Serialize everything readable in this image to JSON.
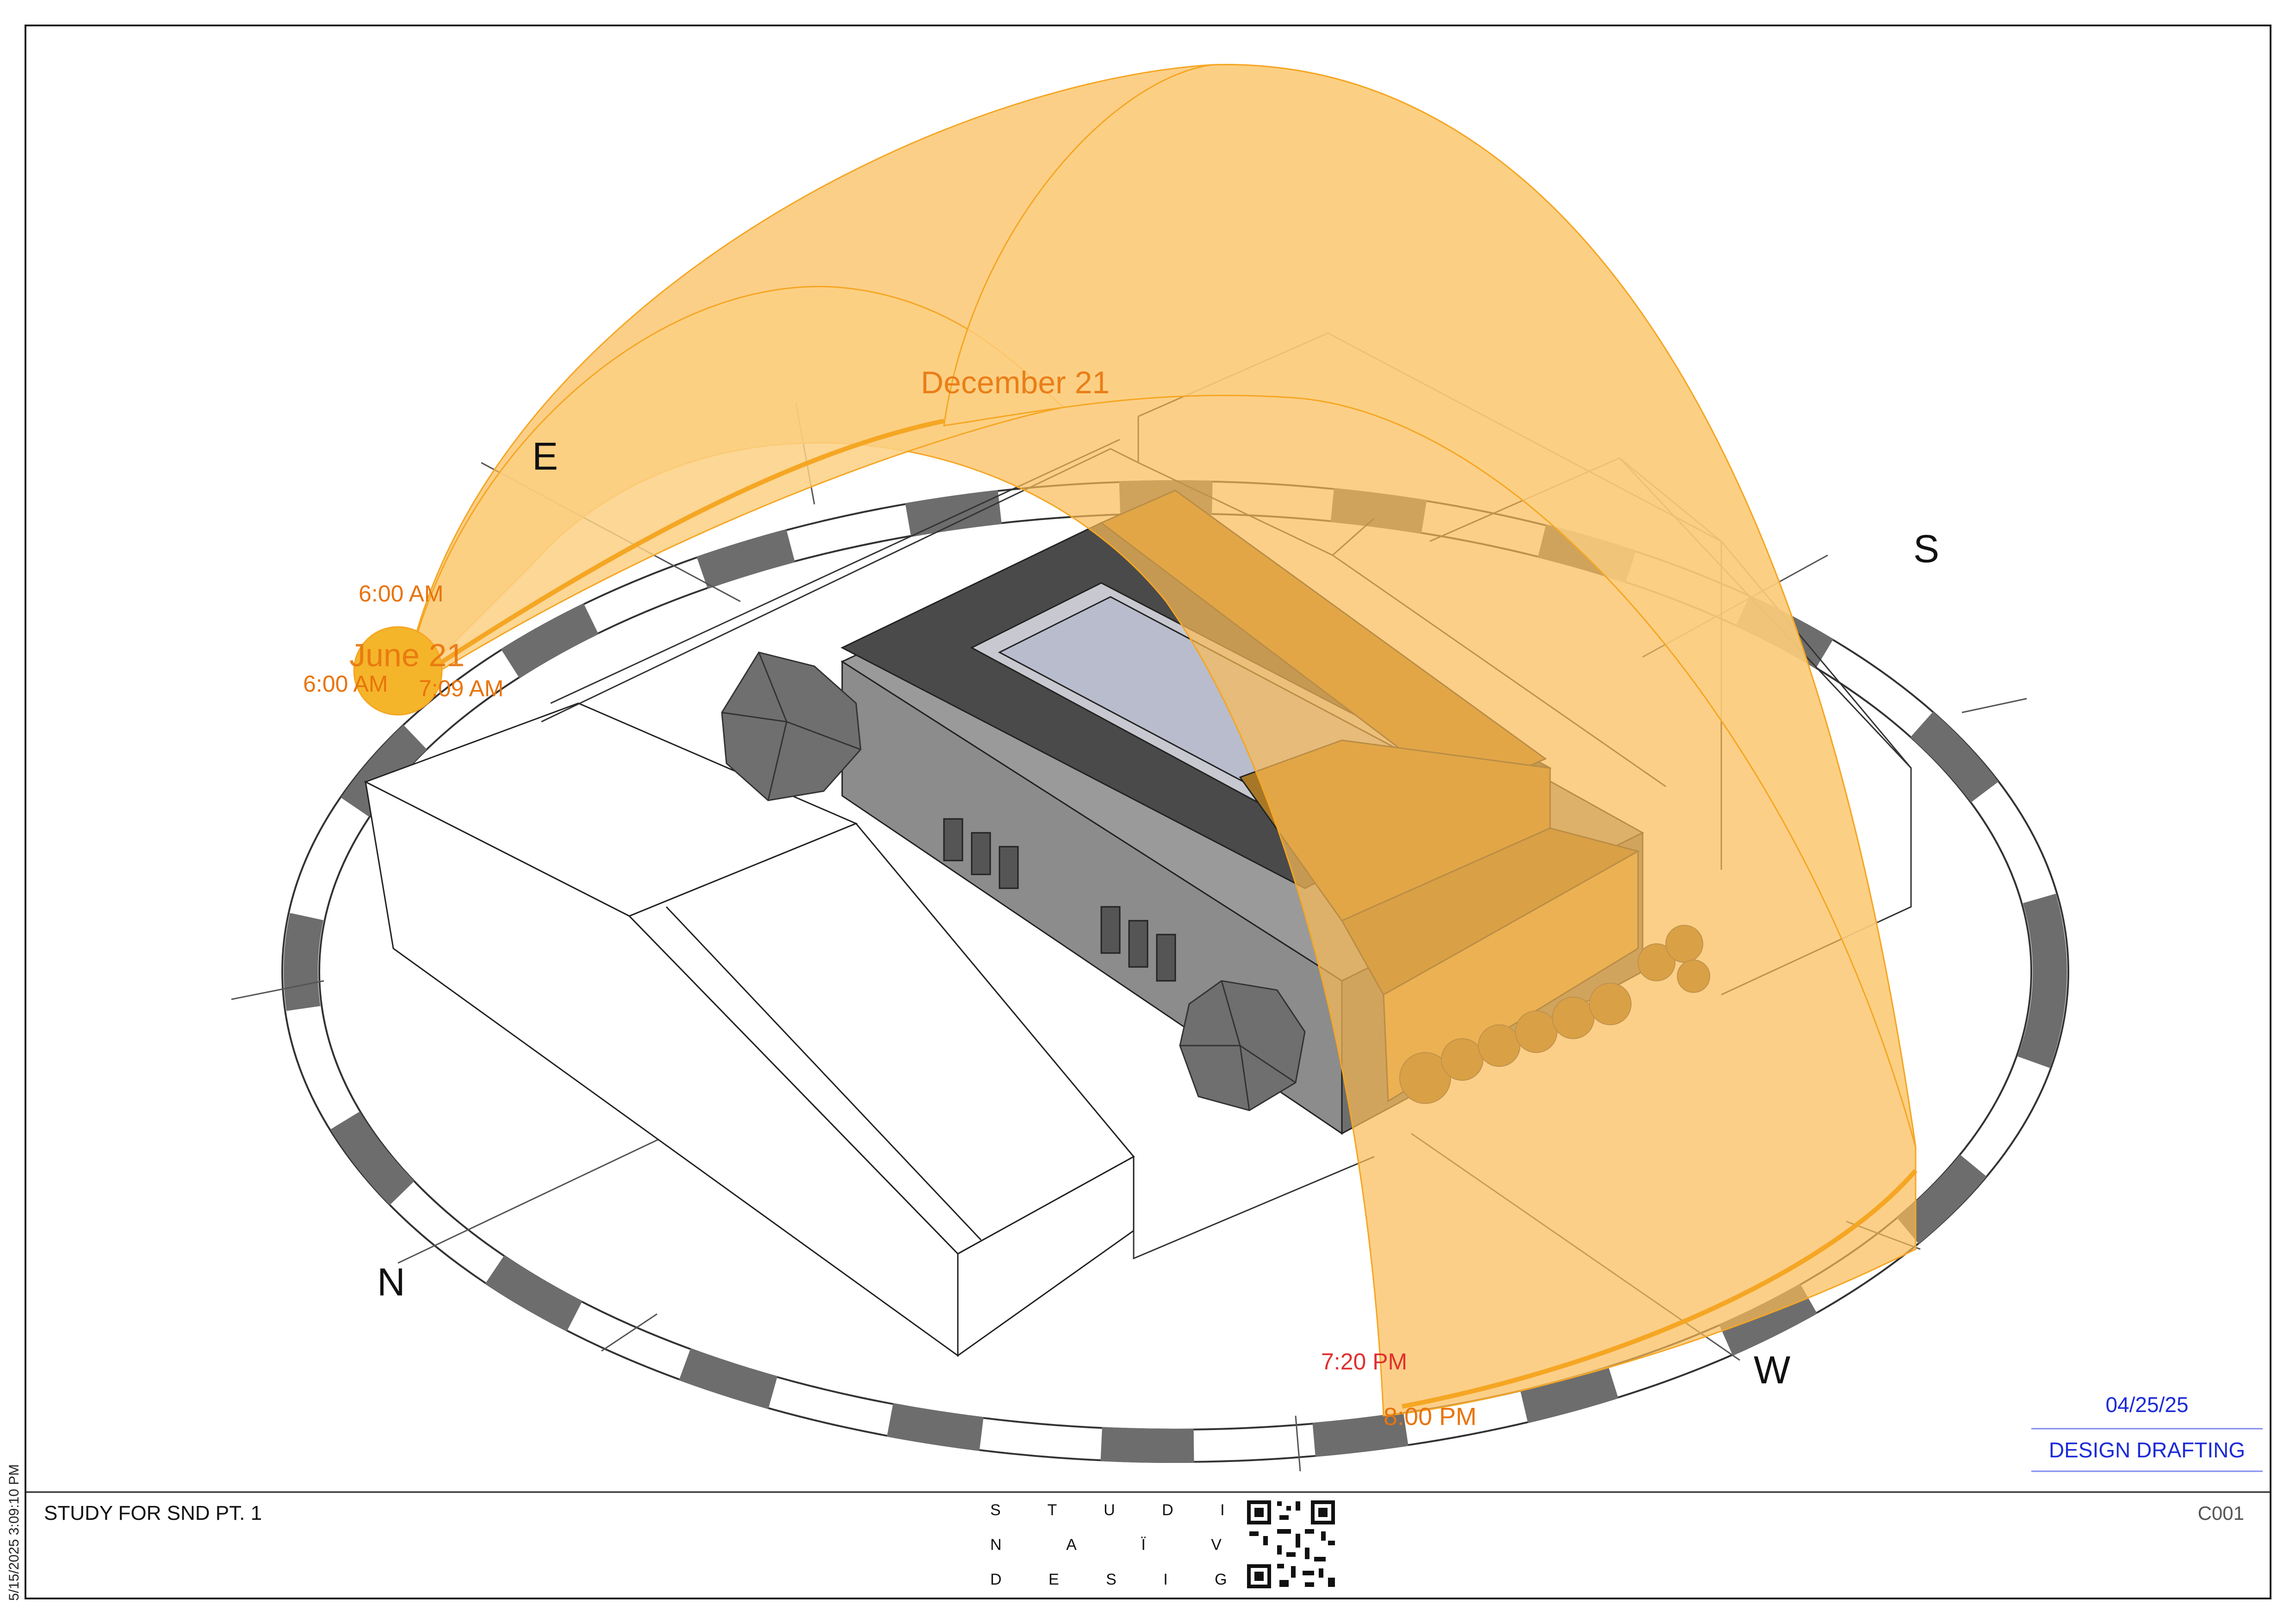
{
  "compass": {
    "e": "E",
    "s": "S",
    "n": "N",
    "w": "W"
  },
  "sun_path": {
    "december_label": "December 21",
    "june_label": "June 21",
    "time_600_upper": "6:00 AM",
    "time_600_lower": "6:00 AM",
    "time_709": "7:09 AM",
    "time_720": "7:20 PM",
    "time_800": "8:00 PM"
  },
  "title_block": {
    "date": "04/25/25",
    "status": "DESIGN DRAFTING",
    "project": "STUDY FOR SND PT. 1",
    "sheet_number": "C001",
    "print_timestamp": "5/15/2025 3:09:10 PM",
    "studio_line1": "S T U D I O",
    "studio_line2": "N A Ï V E",
    "studio_line3": "D E S I G N"
  },
  "colors": {
    "sun_fill": "#fbbb55",
    "sun_light": "#fcd083",
    "sun_dark": "#f5a623",
    "time_orange": "#e8740c",
    "time_red": "#e03030",
    "title_blue": "#1c2bd6",
    "roof_dark": "#4a4a4a",
    "ring_dark": "#6d6d6d"
  }
}
